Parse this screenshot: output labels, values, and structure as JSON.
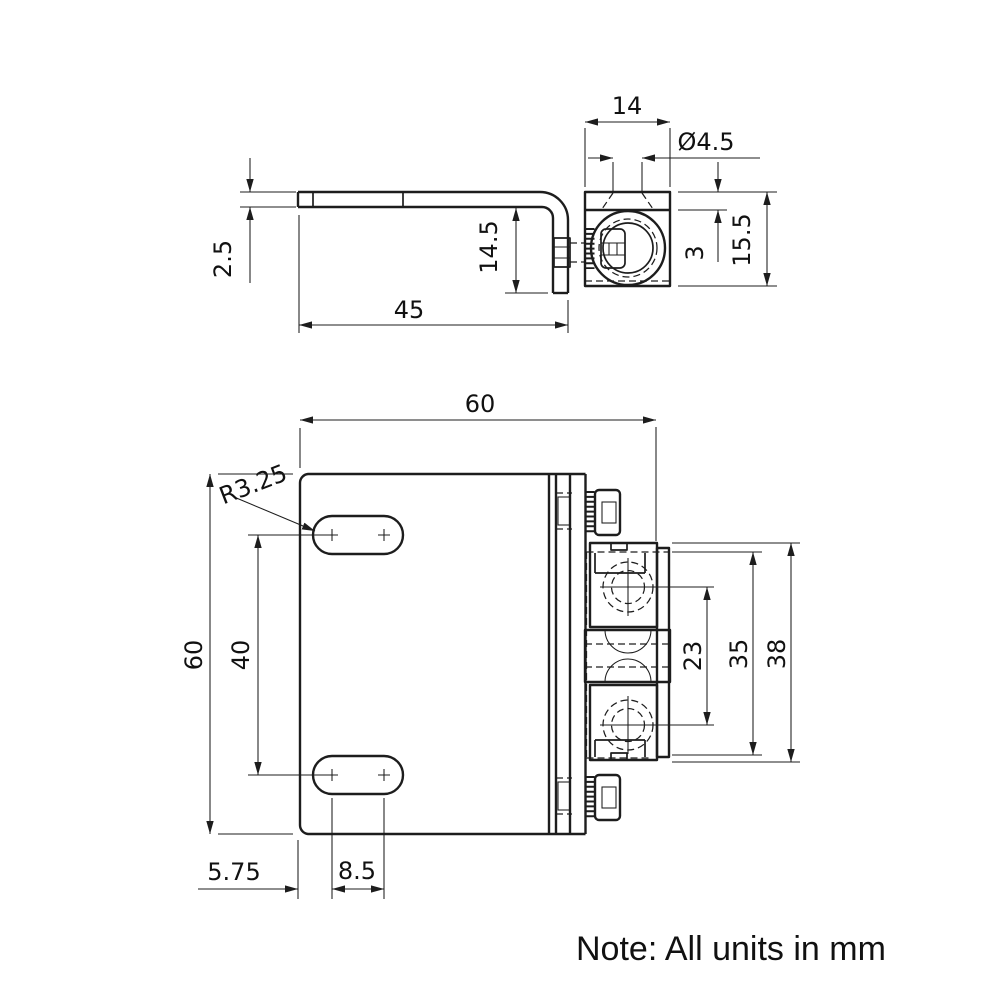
{
  "drawing": {
    "background": "#ffffff",
    "line_color": "#1d1d1d",
    "note": "Note: All units in mm",
    "side_view": {
      "plate_length": "45",
      "plate_thickness": "2.5",
      "flange_depth": "14.5",
      "hinge_block_width": "14",
      "hole_diameter": "Ø4.5",
      "boss_inset": "3",
      "hinge_block_height": "15.5"
    },
    "front_view": {
      "overall_width": "60",
      "overall_height": "60",
      "slot_radius": "R3.25",
      "slot_rows_spacing": "40",
      "hinge_pin_spacing": "23",
      "hinge_inner_span": "35",
      "hinge_outer_span": "38",
      "edge_to_slot_center": "5.75",
      "slot_centers_spacing": "8.5"
    }
  }
}
